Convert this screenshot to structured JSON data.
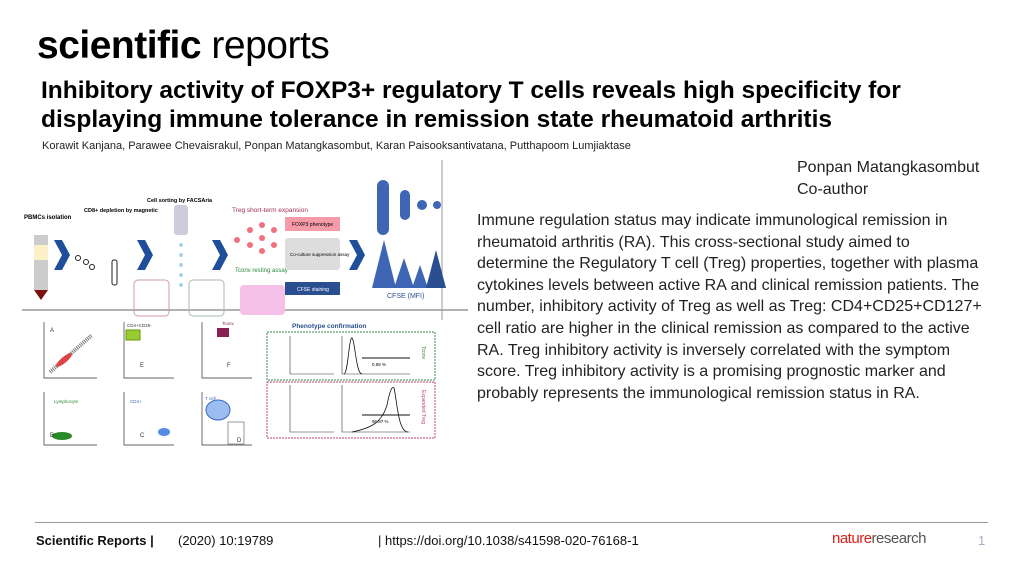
{
  "logo": {
    "word1": "scientific",
    "word2": "reports"
  },
  "title": "Inhibitory activity of FOXP3+ regulatory T cells reveals high specificity for displaying immune tolerance in remission state rheumatoid arthritis",
  "authors": "Korawit Kanjana, Parawee Chevaisrakul, Ponpan Matangkasombut, Karan Paisooksantivatana, Putthapoom Lumjiaktase",
  "presenter": {
    "name": "Ponpan Matangkasombut",
    "role": "Co-author"
  },
  "abstract": "Immune regulation status may indicate immunological remission in rheumatoid arthritis (RA). This cross-sectional study aimed to determine the Regulatory T cell (Treg) properties, together with plasma cytokines levels between active RA and clinical remission patients. The number, inhibitory activity of Treg as well as Treg: CD4+CD25+CD127+ cell ratio are higher in the clinical remission as compared to the active RA.  Treg inhibitory activity is inversely correlated with the symptom score. Treg inhibitory activity is a promising prognostic marker and probably represents the immunological remission status in RA.",
  "figure": {
    "steps": [
      "PBMCs isolation",
      "CD8+ depletion by magnetic",
      "Cell sorting by FACSAria",
      "Treg short-term expansion",
      "Tconv resting assay",
      "FOXP3 phenotype",
      "Co-culture suppression assay",
      "CFSE staining",
      "CFSE (MFI)"
    ],
    "phenotype_title": "Phenotype confirmation",
    "panels": [
      "A",
      "B",
      "C",
      "D",
      "E",
      "F"
    ],
    "gates": [
      "Lymphocyte",
      "CD4+",
      "CD4+CD25-",
      "Tconv",
      "T cell"
    ],
    "hist_values": [
      "0.58 %",
      "96.87 %"
    ],
    "side_labels": [
      "Tconv",
      "Expanded Treg"
    ]
  },
  "footer": {
    "journal": "Scientific Reports |",
    "year": "(2020) 10:19789",
    "doi": "| https://doi.org/10.1038/s41598-020-76168-1",
    "brand1": "nature",
    "brand2": "research",
    "page": "1"
  }
}
